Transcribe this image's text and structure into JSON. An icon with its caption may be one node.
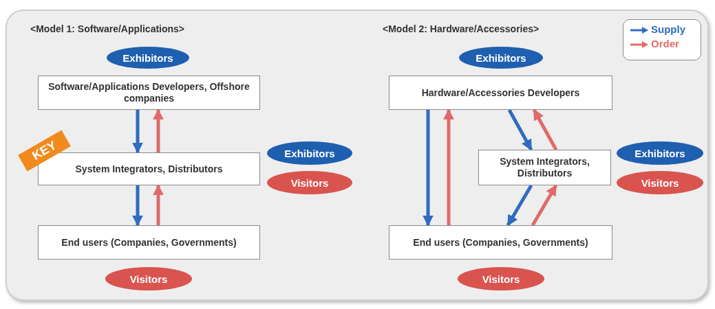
{
  "diagram": {
    "nodes": [
      {
        "text": [
          "Exhibitors"
        ]
      },
      {
        "text": [
          "Software/Applications Developers, Offshore companies"
        ]
      },
      {
        "text": [
          "System Integrators, Distributors"
        ]
      },
      {
        "text": [
          "End users (Companies, Governments)"
        ]
      },
      {
        "text": [
          "Exhibitors"
        ]
      },
      {
        "text": [
          "Visitors"
        ]
      },
      {
        "text": [
          "Visitors"
        ]
      },
      {
        "text": [
          "Exhibitors"
        ]
      },
      {
        "text": [
          "Hardware/Accessories Developers"
        ]
      },
      {
        "text": [
          "System Integrators, Distributors"
        ]
      },
      {
        "text": [
          "End users (Companies, Governments)"
        ]
      },
      {
        "text": [
          "Exhibitors"
        ]
      },
      {
        "text": [
          "Visitors"
        ]
      },
      {
        "text": [
          "Visitors"
        ]
      }
    ],
    "edges": [
      {
        "from": 1,
        "to": 2,
        "arrow": "to",
        "color": "#2f6cc0"
      },
      {
        "from": 2,
        "to": 1,
        "arrow": "to",
        "color": "#e06a6a"
      },
      {
        "from": 2,
        "to": 3,
        "arrow": "to",
        "color": "#2f6cc0"
      },
      {
        "from": 3,
        "to": 2,
        "arrow": "to",
        "color": "#e06a6a"
      },
      {
        "from": 8,
        "to": 10,
        "arrow": "to",
        "color": "#2f6cc0"
      },
      {
        "from": 10,
        "to": 8,
        "arrow": "to",
        "color": "#e06a6a"
      },
      {
        "from": 8,
        "to": 9,
        "arrow": "to",
        "color": "#2f6cc0"
      },
      {
        "from": 9,
        "to": 8,
        "arrow": "to",
        "color": "#e06a6a"
      },
      {
        "from": 9,
        "to": 10,
        "arrow": "to",
        "color": "#2f6cc0"
      },
      {
        "from": 10,
        "to": 9,
        "arrow": "to",
        "color": "#e06a6a"
      }
    ],
    "labels": [
      "<Model 1: Software/Applications>",
      "<Model 2: Hardware/Accessories>",
      "KEY"
    ],
    "legend": [
      {
        "text": "Supply",
        "color": "#2f6cc0"
      },
      {
        "text": "Order",
        "color": "#e06a6a"
      }
    ]
  }
}
